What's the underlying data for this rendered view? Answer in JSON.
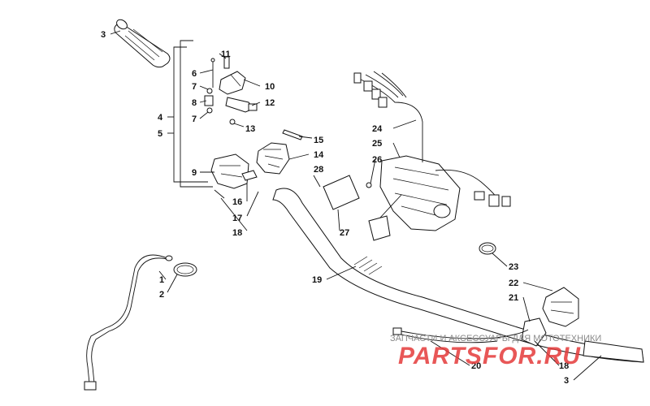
{
  "part_labels": [
    {
      "id": "3a",
      "text": "3"
    },
    {
      "id": "6",
      "text": "6"
    },
    {
      "id": "11",
      "text": "11"
    },
    {
      "id": "7a",
      "text": "7"
    },
    {
      "id": "10",
      "text": "10"
    },
    {
      "id": "8",
      "text": "8"
    },
    {
      "id": "12",
      "text": "12"
    },
    {
      "id": "7b",
      "text": "7"
    },
    {
      "id": "4",
      "text": "4"
    },
    {
      "id": "13",
      "text": "13"
    },
    {
      "id": "5",
      "text": "5"
    },
    {
      "id": "15",
      "text": "15"
    },
    {
      "id": "24",
      "text": "24"
    },
    {
      "id": "14",
      "text": "14"
    },
    {
      "id": "25",
      "text": "25"
    },
    {
      "id": "9",
      "text": "9"
    },
    {
      "id": "26",
      "text": "26"
    },
    {
      "id": "28",
      "text": "28"
    },
    {
      "id": "16",
      "text": "16"
    },
    {
      "id": "17",
      "text": "17"
    },
    {
      "id": "18a",
      "text": "18"
    },
    {
      "id": "27",
      "text": "27"
    },
    {
      "id": "1",
      "text": "1"
    },
    {
      "id": "2",
      "text": "2"
    },
    {
      "id": "19",
      "text": "19"
    },
    {
      "id": "23",
      "text": "23"
    },
    {
      "id": "22",
      "text": "22"
    },
    {
      "id": "21",
      "text": "21"
    },
    {
      "id": "20",
      "text": "20"
    },
    {
      "id": "18b",
      "text": "18"
    },
    {
      "id": "3b",
      "text": "3"
    }
  ],
  "watermark": {
    "caption": "ЗАПЧАСТИ И АКСЕССУАРЫ ДЛЯ МОТОТЕХНИКИ",
    "brand": "PARTSFOR.RU"
  }
}
